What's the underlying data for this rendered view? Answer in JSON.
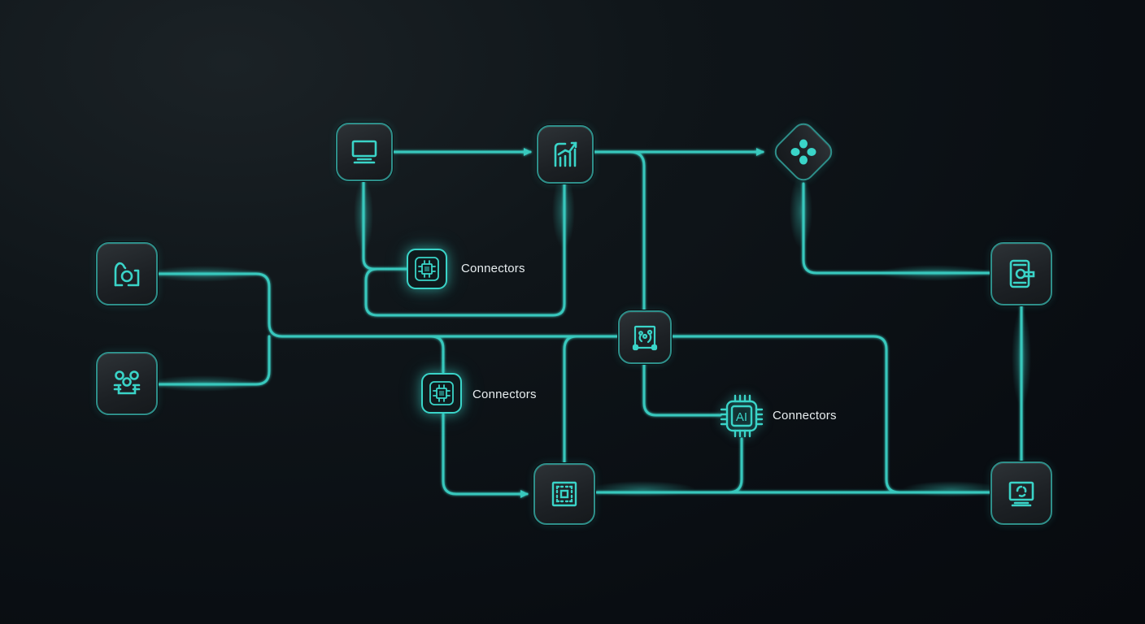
{
  "diagram": {
    "accent_color": "#3ad4c8",
    "line_color": "#38c8bd",
    "background_color": "#0b1014",
    "nodes": [
      {
        "id": "monitor",
        "icon": "monitor-icon"
      },
      {
        "id": "analytics",
        "icon": "chart-growth-icon"
      },
      {
        "id": "hub",
        "icon": "four-petal-icon",
        "shape": "diamond"
      },
      {
        "id": "camera",
        "icon": "camera-icon"
      },
      {
        "id": "team",
        "icon": "group-icon"
      },
      {
        "id": "network",
        "icon": "network-map-icon"
      },
      {
        "id": "mobile",
        "icon": "mobile-connect-icon"
      },
      {
        "id": "scan",
        "icon": "scan-frame-icon"
      },
      {
        "id": "display-sync",
        "icon": "monitor-sync-icon"
      }
    ],
    "connectors": [
      {
        "id": "connector-1",
        "icon": "chip-icon",
        "label": "Connectors"
      },
      {
        "id": "connector-2",
        "icon": "chip-icon",
        "label": "Connectors"
      },
      {
        "id": "connector-3",
        "icon": "ai-chip-icon",
        "chip_text": "AI",
        "label": "Connectors"
      }
    ]
  }
}
